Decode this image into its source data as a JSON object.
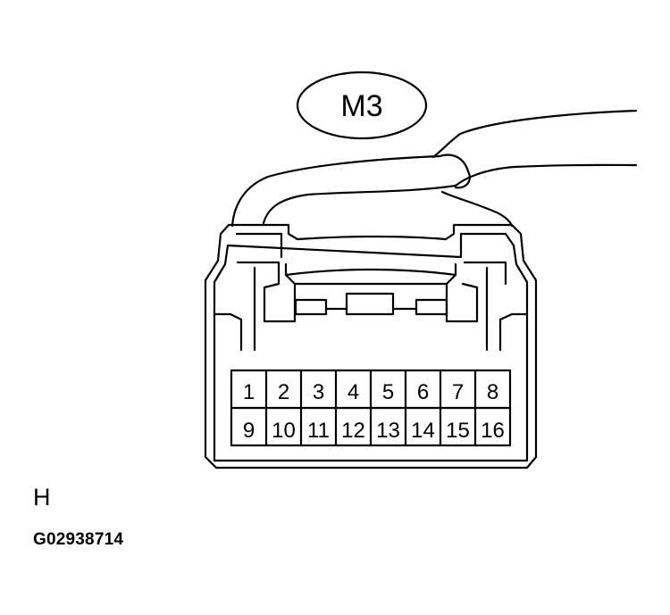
{
  "connector": {
    "label": "M3",
    "pins_top": [
      "1",
      "2",
      "3",
      "4",
      "5",
      "6",
      "7",
      "8"
    ],
    "pins_bottom": [
      "9",
      "10",
      "11",
      "12",
      "13",
      "14",
      "15",
      "16"
    ]
  },
  "view_letter": "H",
  "figure_code": "G02938714"
}
